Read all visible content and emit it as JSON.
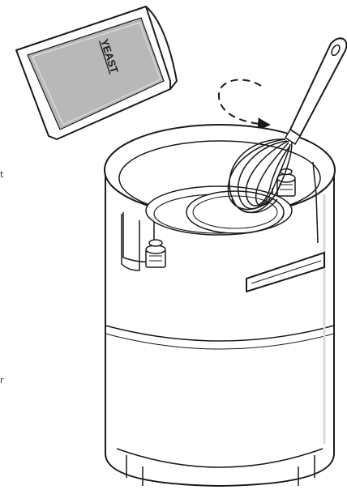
{
  "packet": {
    "label": "YEAST"
  },
  "edge_text": {
    "upper": "t",
    "lower": "r"
  },
  "colors": {
    "line": "#1a1a1a",
    "packet_fill": "#b8b8b8",
    "packet_border": "#e6e6e6",
    "keg_fill": "#ffffff",
    "shadow": "#d9d9d9"
  },
  "icons": [
    "yeast-packet-icon",
    "whisk-icon",
    "keg-icon",
    "stir-arrow-icon"
  ]
}
